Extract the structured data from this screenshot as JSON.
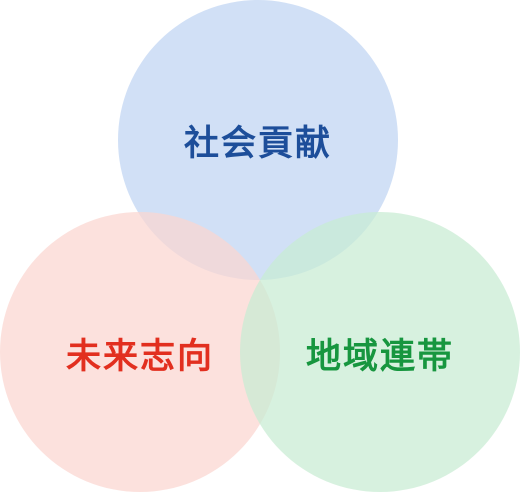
{
  "diagram": {
    "circles": [
      {
        "id": "social",
        "label": "社会貢献",
        "fill": "#c9daf5",
        "text_color": "#1d4e9a"
      },
      {
        "id": "future",
        "label": "未来志向",
        "fill": "#fbd5d0",
        "text_color": "#e22f1f"
      },
      {
        "id": "regional",
        "label": "地域連帯",
        "fill": "#c8ebd3",
        "text_color": "#17963f"
      }
    ]
  }
}
